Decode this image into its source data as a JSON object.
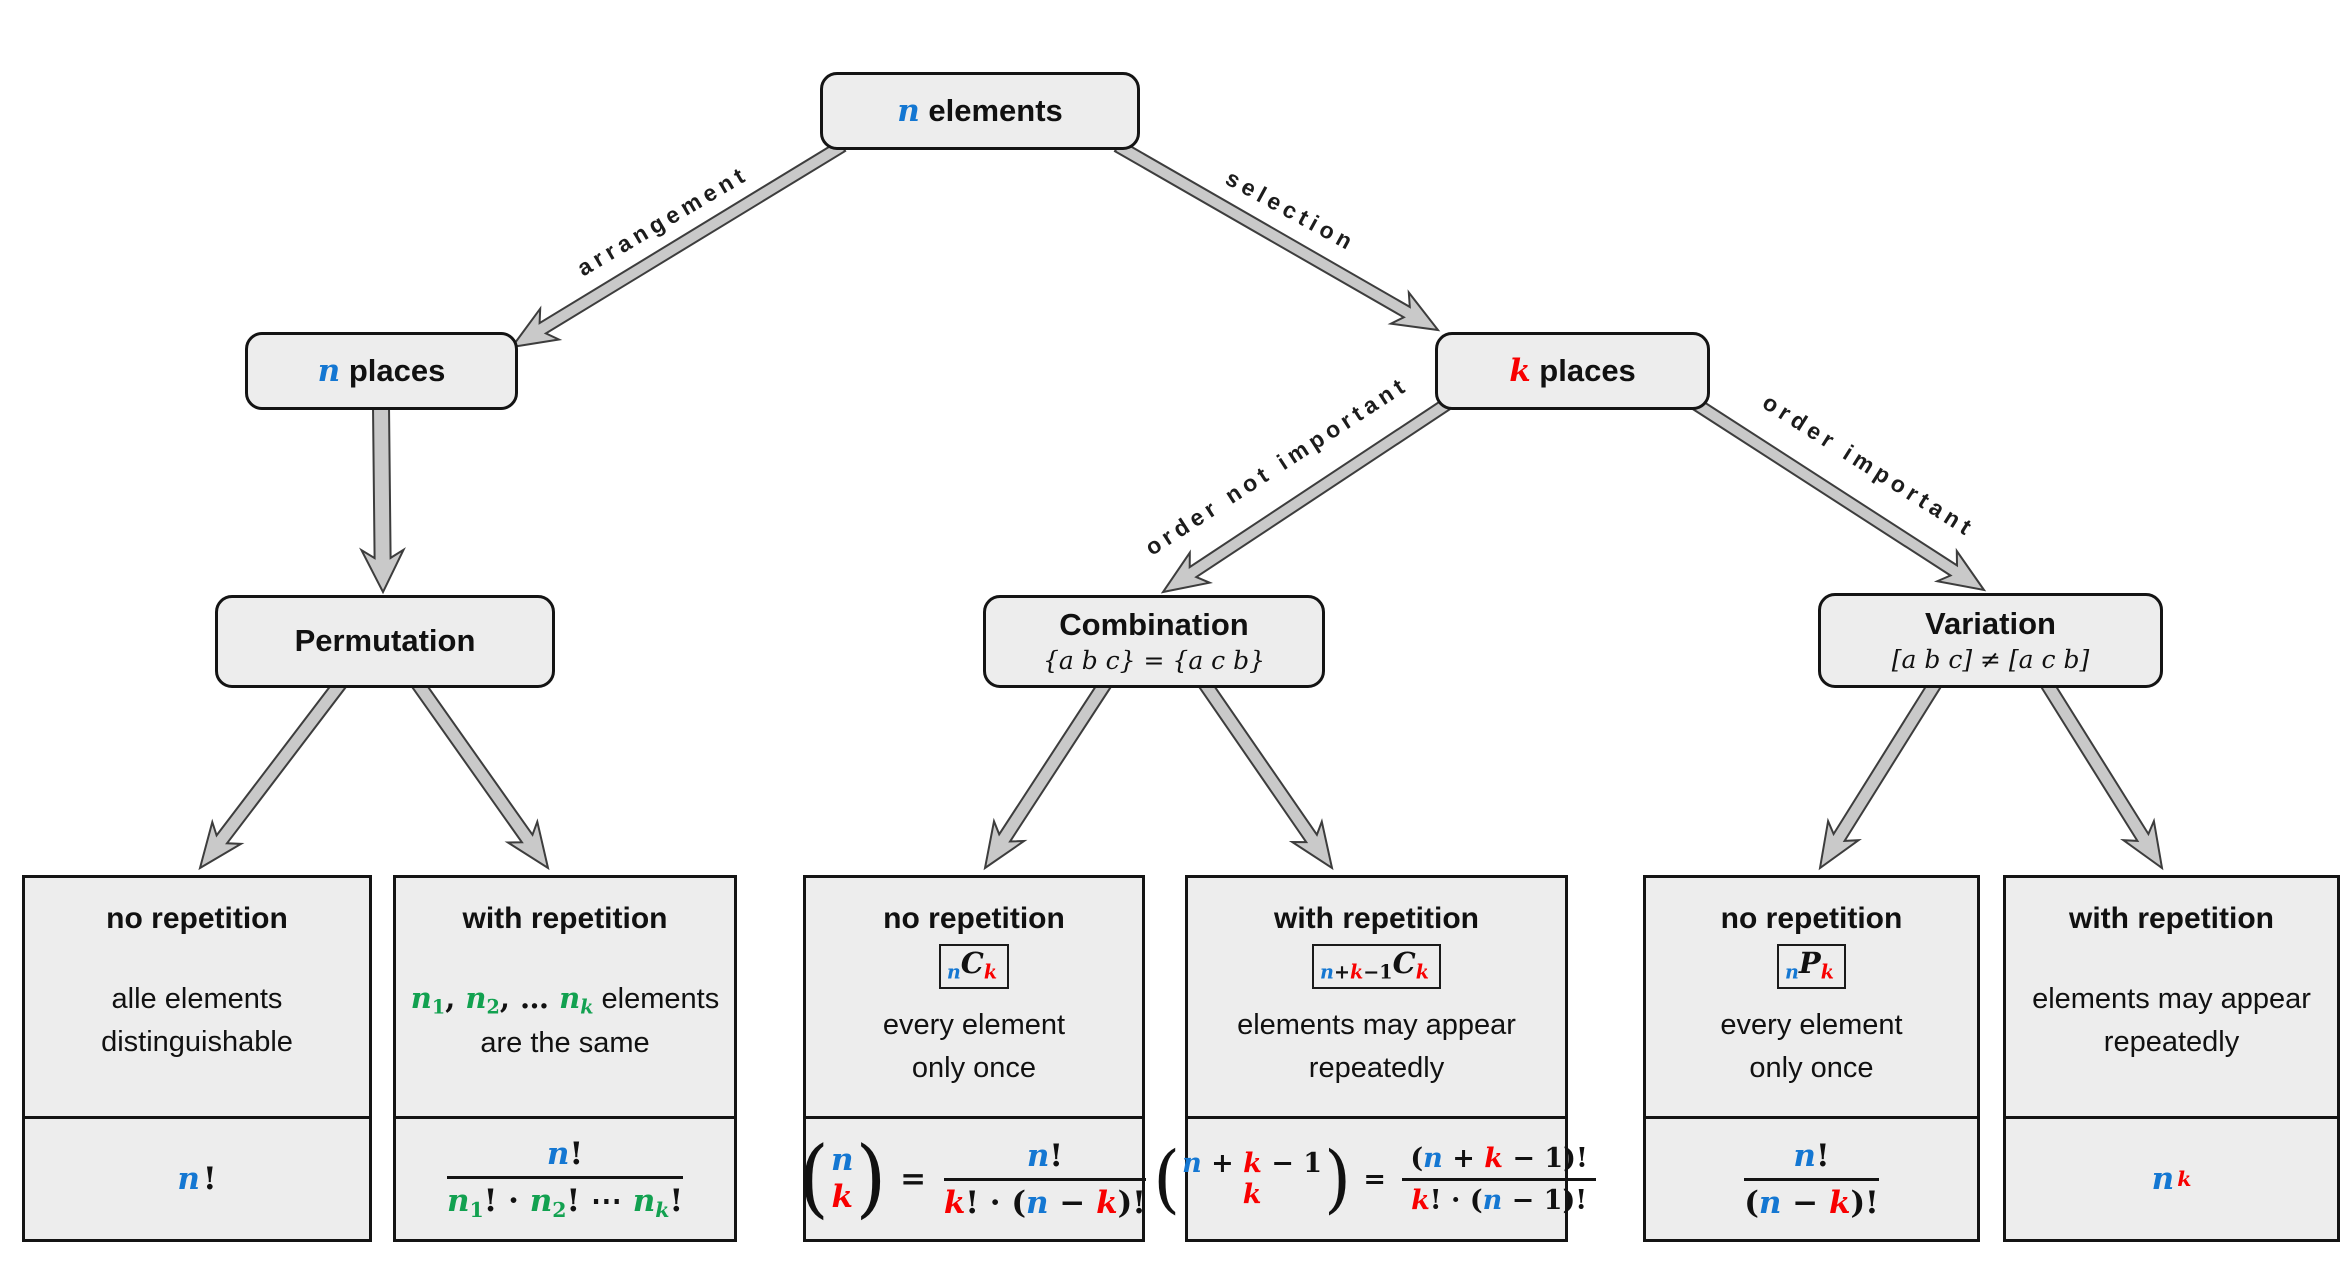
{
  "colors": {
    "blue": "#1477d2",
    "red": "#f80000",
    "green": "#12a150"
  },
  "nodes": {
    "root": {
      "var": "n",
      "rest": " elements"
    },
    "n_places": {
      "var": "n",
      "rest": " places"
    },
    "k_places": {
      "var": "k",
      "rest": " places"
    },
    "permutation": {
      "title": "Permutation"
    },
    "combination": {
      "title": "Combination",
      "subtitle": "{a b c} = {a c b}"
    },
    "variation": {
      "title": "Variation",
      "subtitle": "[a b c] ≠ [a c b]"
    }
  },
  "edges": {
    "arrangement": "arrangement",
    "selection": "selection",
    "order_not_important": "order not important",
    "order_important": "order important"
  },
  "leaves": [
    {
      "title": "no repetition",
      "desc": [
        [
          {
            "t": "alle elements"
          }
        ],
        [
          {
            "t": "distinguishable"
          }
        ]
      ],
      "formula": [
        {
          "t": "n",
          "c": "blue",
          "m": 1,
          "i": 1
        },
        {
          "t": "!",
          "m": 1
        }
      ]
    },
    {
      "title": "with repetition",
      "desc": [
        [
          {
            "t": "n",
            "c": "green",
            "m": 1,
            "i": 1
          },
          {
            "t": "1",
            "c": "green",
            "m": 1,
            "sub": 1
          },
          {
            "t": ", ",
            "m": 1
          },
          {
            "t": "n",
            "c": "green",
            "m": 1,
            "i": 1
          },
          {
            "t": "2",
            "c": "green",
            "m": 1,
            "sub": 1
          },
          {
            "t": ", … ",
            "m": 1
          },
          {
            "t": "n",
            "c": "green",
            "m": 1,
            "i": 1
          },
          {
            "t": "k",
            "c": "green",
            "m": 1,
            "i": 1,
            "sub": 1
          },
          {
            "t": " elements"
          }
        ],
        [
          {
            "t": "are the same"
          }
        ]
      ],
      "formula": [
        {
          "frac": {
            "num": [
              {
                "t": "n",
                "c": "blue",
                "m": 1,
                "i": 1
              },
              {
                "t": "!",
                "m": 1
              }
            ],
            "den": [
              {
                "t": "n",
                "c": "green",
                "m": 1,
                "i": 1
              },
              {
                "t": "1",
                "c": "green",
                "m": 1,
                "sub": 1
              },
              {
                "t": "! · ",
                "m": 1
              },
              {
                "t": "n",
                "c": "green",
                "m": 1,
                "i": 1
              },
              {
                "t": "2",
                "c": "green",
                "m": 1,
                "sub": 1
              },
              {
                "t": "! ⋯ ",
                "m": 1
              },
              {
                "t": "n",
                "c": "green",
                "m": 1,
                "i": 1
              },
              {
                "t": "k",
                "c": "green",
                "m": 1,
                "i": 1,
                "sub": 1
              },
              {
                "t": "!",
                "m": 1
              }
            ]
          }
        }
      ]
    },
    {
      "title": "no repetition",
      "notation": [
        {
          "t": "n",
          "c": "blue",
          "m": 1,
          "i": 1,
          "sub": 1
        },
        {
          "t": "C",
          "m": 1,
          "i": 1
        },
        {
          "t": "k",
          "c": "red",
          "m": 1,
          "i": 1,
          "sub": 1
        }
      ],
      "desc": [
        [
          {
            "t": "every element"
          }
        ],
        [
          {
            "t": "only once"
          }
        ]
      ],
      "formula": [
        {
          "binom": {
            "top": [
              {
                "t": "n",
                "c": "blue",
                "m": 1,
                "i": 1
              }
            ],
            "bot": [
              {
                "t": "k",
                "c": "red",
                "m": 1,
                "i": 1
              }
            ]
          }
        },
        {
          "t": " = ",
          "m": 1
        },
        {
          "frac": {
            "num": [
              {
                "t": "n",
                "c": "blue",
                "m": 1,
                "i": 1
              },
              {
                "t": "!",
                "m": 1
              }
            ],
            "den": [
              {
                "t": "k",
                "c": "red",
                "m": 1,
                "i": 1
              },
              {
                "t": "! · (",
                "m": 1
              },
              {
                "t": "n",
                "c": "blue",
                "m": 1,
                "i": 1
              },
              {
                "t": " − ",
                "m": 1
              },
              {
                "t": "k",
                "c": "red",
                "m": 1,
                "i": 1
              },
              {
                "t": ")!",
                "m": 1
              }
            ]
          }
        }
      ]
    },
    {
      "title": "with repetition",
      "notation": [
        {
          "t": "n",
          "c": "blue",
          "m": 1,
          "i": 1,
          "sub": 1
        },
        {
          "t": "+",
          "m": 1,
          "sub": 1
        },
        {
          "t": "k",
          "c": "red",
          "m": 1,
          "i": 1,
          "sub": 1
        },
        {
          "t": "−1",
          "m": 1,
          "sub": 1
        },
        {
          "t": "C",
          "m": 1,
          "i": 1
        },
        {
          "t": "k",
          "c": "red",
          "m": 1,
          "i": 1,
          "sub": 1
        }
      ],
      "desc": [
        [
          {
            "t": "elements may appear"
          }
        ],
        [
          {
            "t": "repeatedly"
          }
        ]
      ],
      "formula": [
        {
          "binom": {
            "top": [
              {
                "t": "n",
                "c": "blue",
                "m": 1,
                "i": 1
              },
              {
                "t": " + ",
                "m": 1
              },
              {
                "t": "k",
                "c": "red",
                "m": 1,
                "i": 1
              },
              {
                "t": " − 1",
                "m": 1
              }
            ],
            "bot": [
              {
                "t": "k",
                "c": "red",
                "m": 1,
                "i": 1
              }
            ]
          }
        },
        {
          "t": " = ",
          "m": 1
        },
        {
          "frac": {
            "num": [
              {
                "t": "(",
                "m": 1
              },
              {
                "t": "n",
                "c": "blue",
                "m": 1,
                "i": 1
              },
              {
                "t": " + ",
                "m": 1
              },
              {
                "t": "k",
                "c": "red",
                "m": 1,
                "i": 1
              },
              {
                "t": " − 1)!",
                "m": 1
              }
            ],
            "den": [
              {
                "t": "k",
                "c": "red",
                "m": 1,
                "i": 1
              },
              {
                "t": "! · (",
                "m": 1
              },
              {
                "t": "n",
                "c": "blue",
                "m": 1,
                "i": 1
              },
              {
                "t": " − 1)!",
                "m": 1
              }
            ]
          }
        }
      ]
    },
    {
      "title": "no repetition",
      "notation": [
        {
          "t": "n",
          "c": "blue",
          "m": 1,
          "i": 1,
          "sub": 1
        },
        {
          "t": "P",
          "m": 1,
          "i": 1
        },
        {
          "t": "k",
          "c": "red",
          "m": 1,
          "i": 1,
          "sub": 1
        }
      ],
      "desc": [
        [
          {
            "t": "every element"
          }
        ],
        [
          {
            "t": "only once"
          }
        ]
      ],
      "formula": [
        {
          "frac": {
            "num": [
              {
                "t": "n",
                "c": "blue",
                "m": 1,
                "i": 1
              },
              {
                "t": "!",
                "m": 1
              }
            ],
            "den": [
              {
                "t": "(",
                "m": 1
              },
              {
                "t": "n",
                "c": "blue",
                "m": 1,
                "i": 1
              },
              {
                "t": " − ",
                "m": 1
              },
              {
                "t": "k",
                "c": "red",
                "m": 1,
                "i": 1
              },
              {
                "t": ")!",
                "m": 1
              }
            ]
          }
        }
      ]
    },
    {
      "title": "with repetition",
      "desc": [
        [
          {
            "t": "elements may appear"
          }
        ],
        [
          {
            "t": "repeatedly"
          }
        ]
      ],
      "formula": [
        {
          "t": "n",
          "c": "blue",
          "m": 1,
          "i": 1
        },
        {
          "t": "k",
          "c": "red",
          "m": 1,
          "i": 1,
          "sup": 1
        }
      ]
    }
  ]
}
